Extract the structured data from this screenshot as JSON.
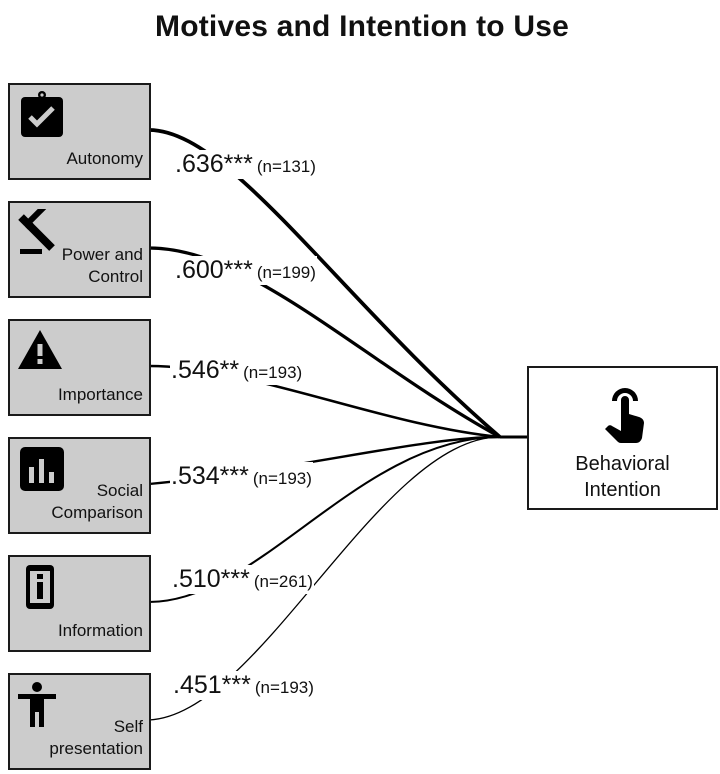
{
  "title": "Motives and Intention to Use",
  "chart_data": {
    "type": "path-diagram",
    "title": "Motives and Intention to Use",
    "outcome": {
      "label": "Behavioral Intention",
      "lines": [
        "Behavioral",
        "Intention"
      ],
      "icon": "tap-hand-icon"
    },
    "paths": [
      {
        "motive": "Autonomy",
        "lines": [
          "Autonomy"
        ],
        "icon": "clipboard-check-icon",
        "coefficient": 0.636,
        "coef_text": ".636",
        "significance": "***",
        "n": 131,
        "n_text": "(n=131)"
      },
      {
        "motive": "Power and Control",
        "lines": [
          "Power and",
          "Control"
        ],
        "icon": "gavel-icon",
        "coefficient": 0.6,
        "coef_text": ".600",
        "significance": "***",
        "n": 199,
        "n_text": "(n=199)"
      },
      {
        "motive": "Importance",
        "lines": [
          "Importance"
        ],
        "icon": "warning-triangle-icon",
        "coefficient": 0.546,
        "coef_text": ".546",
        "significance": "**",
        "n": 193,
        "n_text": "(n=193)"
      },
      {
        "motive": "Social Comparison",
        "lines": [
          "Social",
          "Comparison"
        ],
        "icon": "bar-chart-icon",
        "coefficient": 0.534,
        "coef_text": ".534",
        "significance": "***",
        "n": 193,
        "n_text": "(n=193)"
      },
      {
        "motive": "Information",
        "lines": [
          "Information"
        ],
        "icon": "phone-info-icon",
        "coefficient": 0.51,
        "coef_text": ".510",
        "significance": "***",
        "n": 261,
        "n_text": "(n=261)"
      },
      {
        "motive": "Self presentation",
        "lines": [
          "Self",
          "presentation"
        ],
        "icon": "person-arms-out-icon",
        "coefficient": 0.451,
        "coef_text": ".451",
        "significance": "***",
        "n": 193,
        "n_text": "(n=193)"
      }
    ]
  },
  "colors": {
    "box_fill": "#cccccc",
    "border": "#1a1a1a",
    "line": "#000000",
    "background": "#ffffff"
  }
}
